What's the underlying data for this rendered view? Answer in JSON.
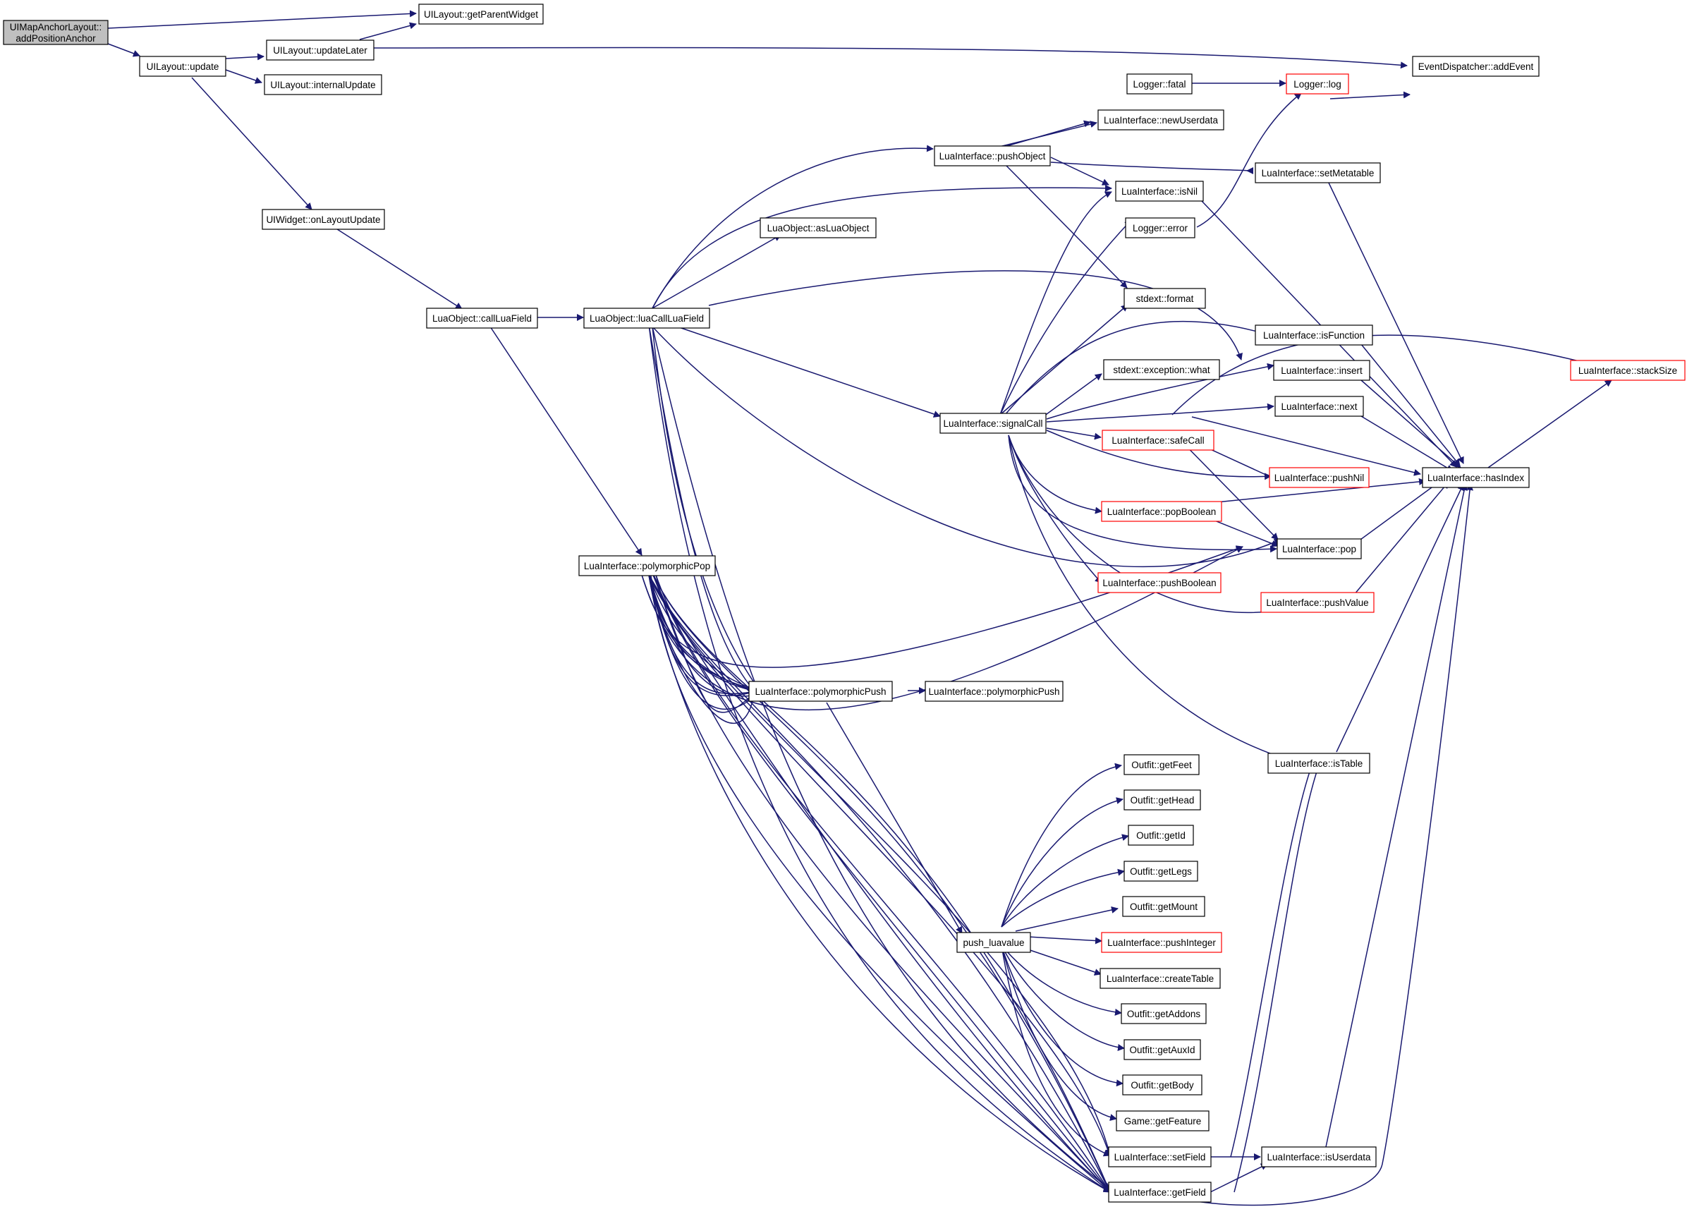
{
  "colors": {
    "edge": "#191970",
    "node_border": "#000000",
    "truncated_border": "#ff0000",
    "root_fill": "#bfbfbf",
    "background": "#ffffff"
  },
  "graph": {
    "nodes": [
      {
        "id": "root",
        "lines": [
          "UIMapAnchorLayout::",
          "addPositionAnchor"
        ],
        "kind": "root"
      },
      {
        "id": "getParentWidget",
        "lines": [
          "UILayout::getParentWidget"
        ],
        "kind": "normal"
      },
      {
        "id": "update",
        "lines": [
          "UILayout::update"
        ],
        "kind": "normal"
      },
      {
        "id": "updateLater",
        "lines": [
          "UILayout::updateLater"
        ],
        "kind": "normal"
      },
      {
        "id": "internalUpdate",
        "lines": [
          "UILayout::internalUpdate"
        ],
        "kind": "normal"
      },
      {
        "id": "onLayoutUpdate",
        "lines": [
          "UIWidget::onLayoutUpdate"
        ],
        "kind": "normal"
      },
      {
        "id": "callLuaField",
        "lines": [
          "LuaObject::callLuaField"
        ],
        "kind": "normal"
      },
      {
        "id": "luaCallLuaField",
        "lines": [
          "LuaObject::luaCallLuaField"
        ],
        "kind": "normal"
      },
      {
        "id": "polymorphicPop",
        "lines": [
          "LuaInterface::polymorphicPop"
        ],
        "kind": "normal"
      },
      {
        "id": "polymorphicPush1",
        "lines": [
          "LuaInterface::polymorphicPush"
        ],
        "kind": "normal"
      },
      {
        "id": "polymorphicPush2",
        "lines": [
          "LuaInterface::polymorphicPush"
        ],
        "kind": "normal"
      },
      {
        "id": "asLuaObject",
        "lines": [
          "LuaObject::asLuaObject"
        ],
        "kind": "normal"
      },
      {
        "id": "pushObject",
        "lines": [
          "LuaInterface::pushObject"
        ],
        "kind": "normal"
      },
      {
        "id": "signalCall",
        "lines": [
          "LuaInterface::signalCall"
        ],
        "kind": "normal"
      },
      {
        "id": "push_luavalue",
        "lines": [
          "push_luavalue"
        ],
        "kind": "normal"
      },
      {
        "id": "loggerFatal",
        "lines": [
          "Logger::fatal"
        ],
        "kind": "normal"
      },
      {
        "id": "newUserdata",
        "lines": [
          "LuaInterface::newUserdata"
        ],
        "kind": "normal"
      },
      {
        "id": "isNil",
        "lines": [
          "LuaInterface::isNil"
        ],
        "kind": "normal"
      },
      {
        "id": "loggerError",
        "lines": [
          "Logger::error"
        ],
        "kind": "normal"
      },
      {
        "id": "stdextFormat",
        "lines": [
          "stdext::format"
        ],
        "kind": "normal"
      },
      {
        "id": "exceptionWhat",
        "lines": [
          "stdext::exception::what"
        ],
        "kind": "normal"
      },
      {
        "id": "safeCall",
        "lines": [
          "LuaInterface::safeCall"
        ],
        "kind": "trunc"
      },
      {
        "id": "popBoolean",
        "lines": [
          "LuaInterface::popBoolean"
        ],
        "kind": "trunc"
      },
      {
        "id": "pushBoolean",
        "lines": [
          "LuaInterface::pushBoolean"
        ],
        "kind": "trunc"
      },
      {
        "id": "getFeet",
        "lines": [
          "Outfit::getFeet"
        ],
        "kind": "normal"
      },
      {
        "id": "getHead",
        "lines": [
          "Outfit::getHead"
        ],
        "kind": "normal"
      },
      {
        "id": "getId",
        "lines": [
          "Outfit::getId"
        ],
        "kind": "normal"
      },
      {
        "id": "getLegs",
        "lines": [
          "Outfit::getLegs"
        ],
        "kind": "normal"
      },
      {
        "id": "getMount",
        "lines": [
          "Outfit::getMount"
        ],
        "kind": "normal"
      },
      {
        "id": "pushInteger",
        "lines": [
          "LuaInterface::pushInteger"
        ],
        "kind": "trunc"
      },
      {
        "id": "createTable",
        "lines": [
          "LuaInterface::createTable"
        ],
        "kind": "normal"
      },
      {
        "id": "getAddons",
        "lines": [
          "Outfit::getAddons"
        ],
        "kind": "normal"
      },
      {
        "id": "getAuxId",
        "lines": [
          "Outfit::getAuxId"
        ],
        "kind": "normal"
      },
      {
        "id": "getBody",
        "lines": [
          "Outfit::getBody"
        ],
        "kind": "normal"
      },
      {
        "id": "getFeature",
        "lines": [
          "Game::getFeature"
        ],
        "kind": "normal"
      },
      {
        "id": "setField",
        "lines": [
          "LuaInterface::setField"
        ],
        "kind": "normal"
      },
      {
        "id": "getField",
        "lines": [
          "LuaInterface::getField"
        ],
        "kind": "normal"
      },
      {
        "id": "loggerLog",
        "lines": [
          "Logger::log"
        ],
        "kind": "trunc"
      },
      {
        "id": "setMetatable",
        "lines": [
          "LuaInterface::setMetatable"
        ],
        "kind": "normal"
      },
      {
        "id": "isFunction",
        "lines": [
          "LuaInterface::isFunction"
        ],
        "kind": "normal"
      },
      {
        "id": "insert",
        "lines": [
          "LuaInterface::insert"
        ],
        "kind": "normal"
      },
      {
        "id": "next",
        "lines": [
          "LuaInterface::next"
        ],
        "kind": "normal"
      },
      {
        "id": "pushNil",
        "lines": [
          "LuaInterface::pushNil"
        ],
        "kind": "trunc"
      },
      {
        "id": "pop",
        "lines": [
          "LuaInterface::pop"
        ],
        "kind": "normal"
      },
      {
        "id": "pushValue",
        "lines": [
          "LuaInterface::pushValue"
        ],
        "kind": "trunc"
      },
      {
        "id": "isTable",
        "lines": [
          "LuaInterface::isTable"
        ],
        "kind": "normal"
      },
      {
        "id": "isUserdata",
        "lines": [
          "LuaInterface::isUserdata"
        ],
        "kind": "normal"
      },
      {
        "id": "addEvent",
        "lines": [
          "EventDispatcher::addEvent"
        ],
        "kind": "normal"
      },
      {
        "id": "hasIndex",
        "lines": [
          "LuaInterface::hasIndex"
        ],
        "kind": "normal"
      },
      {
        "id": "stackSize",
        "lines": [
          "LuaInterface::stackSize"
        ],
        "kind": "trunc"
      }
    ]
  }
}
